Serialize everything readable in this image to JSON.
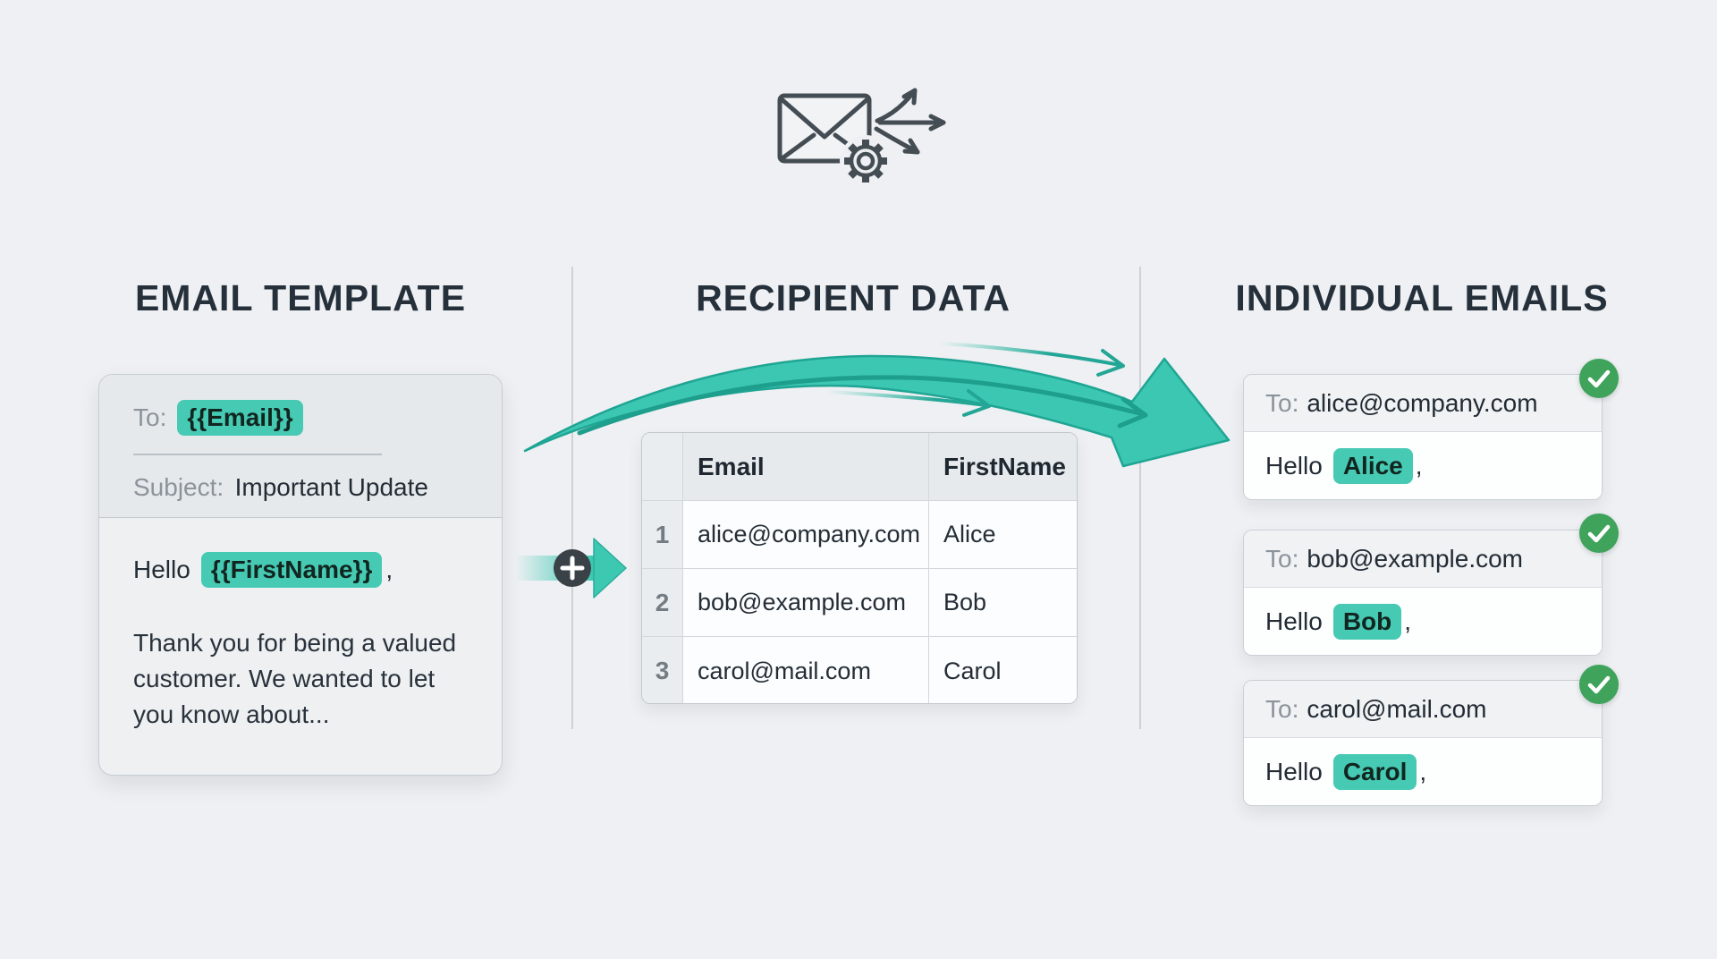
{
  "page": {
    "background": "#EEF0F3"
  },
  "header_icon": {
    "name": "mail-merge-icon"
  },
  "columns": [
    {
      "title": "EMAIL TEMPLATE"
    },
    {
      "title": "RECIPIENT DATA"
    },
    {
      "title": "INDIVIDUAL EMAILS"
    }
  ],
  "template_card": {
    "to_label": "To:",
    "to_value": "{{Email}}",
    "subject_label": "Subject:",
    "subject_value": "Important Update",
    "greeting_prefix": "Hello",
    "greeting_variable": "{{FirstName}}",
    "greeting_suffix": ",",
    "body_lines": [
      "Thank you for being a valued",
      "customer. We wanted to let",
      "you know about..."
    ]
  },
  "recipient_table": {
    "headers": {
      "email": "Email",
      "first_name": "FirstName"
    },
    "rows": [
      {
        "num": "1",
        "email": "alice@company.com",
        "first_name": "Alice"
      },
      {
        "num": "2",
        "email": "bob@example.com",
        "first_name": "Bob"
      },
      {
        "num": "3",
        "email": "carol@mail.com",
        "first_name": "Carol"
      }
    ]
  },
  "individual_emails": [
    {
      "to_label": "To:",
      "to_value": "alice@company.com",
      "greeting_prefix": "Hello",
      "name": "Alice",
      "greeting_suffix": ","
    },
    {
      "to_label": "To:",
      "to_value": "bob@example.com",
      "greeting_prefix": "Hello",
      "name": "Bob",
      "greeting_suffix": ","
    },
    {
      "to_label": "To:",
      "to_value": "carol@mail.com",
      "greeting_prefix": "Hello",
      "name": "Carol",
      "greeting_suffix": ","
    }
  ],
  "icons": {
    "top": "envelope-gear-send-icon",
    "connector": "plus-icon",
    "badge": "check-icon"
  },
  "colors": {
    "highlight_teal": "#46CAB4",
    "arrow_teal": "#3CC7B3",
    "arrow_teal_dark": "#1FA593",
    "success_green": "#3FA35B",
    "text_dark": "#232C35",
    "text_gray": "#8B939B",
    "icon_gray": "#454D54",
    "plus_circle_dark": "#3A4147"
  }
}
